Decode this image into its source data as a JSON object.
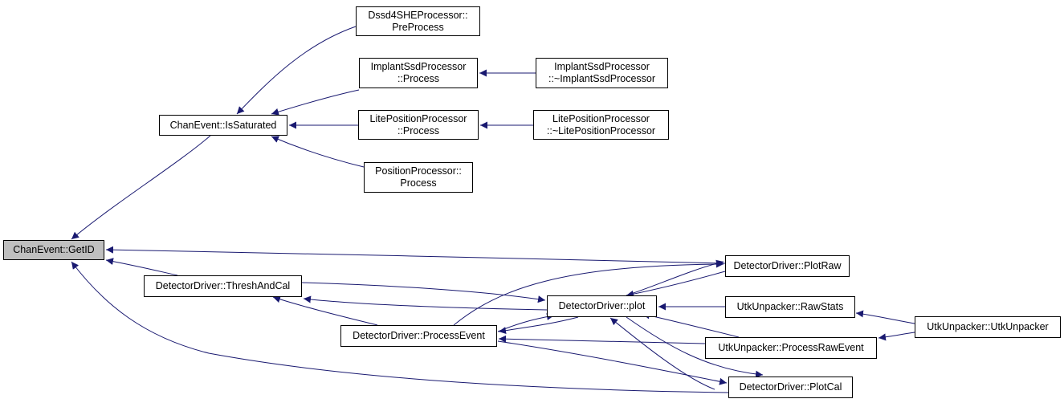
{
  "graph": {
    "nodes": {
      "getid": {
        "lines": [
          "ChanEvent::GetID"
        ],
        "root": true
      },
      "issat": {
        "lines": [
          "ChanEvent::IsSaturated"
        ]
      },
      "dssd": {
        "lines": [
          "Dssd4SHEProcessor::",
          "PreProcess"
        ]
      },
      "impl": {
        "lines": [
          "ImplantSsdProcessor",
          "::Process"
        ]
      },
      "impld": {
        "lines": [
          "ImplantSsdProcessor",
          "::~ImplantSsdProcessor"
        ]
      },
      "lite": {
        "lines": [
          "LitePositionProcessor",
          "::Process"
        ]
      },
      "lited": {
        "lines": [
          "LitePositionProcessor",
          "::~LitePositionProcessor"
        ]
      },
      "pos": {
        "lines": [
          "PositionProcessor::",
          "Process"
        ]
      },
      "thresh": {
        "lines": [
          "DetectorDriver::ThreshAndCal"
        ]
      },
      "procev": {
        "lines": [
          "DetectorDriver::ProcessEvent"
        ]
      },
      "plot": {
        "lines": [
          "DetectorDriver::plot"
        ]
      },
      "plotraw": {
        "lines": [
          "DetectorDriver::PlotRaw"
        ]
      },
      "plotcal": {
        "lines": [
          "DetectorDriver::PlotCal"
        ]
      },
      "rawstats": {
        "lines": [
          "UtkUnpacker::RawStats"
        ]
      },
      "procraw": {
        "lines": [
          "UtkUnpacker::ProcessRawEvent"
        ]
      },
      "utk": {
        "lines": [
          "UtkUnpacker::UtkUnpacker"
        ]
      }
    },
    "edges": [
      {
        "from": "issat",
        "to": "getid"
      },
      {
        "from": "thresh",
        "to": "getid"
      },
      {
        "from": "plotraw",
        "to": "getid"
      },
      {
        "from": "plotcal",
        "to": "getid"
      },
      {
        "from": "dssd",
        "to": "issat"
      },
      {
        "from": "impl",
        "to": "issat"
      },
      {
        "from": "lite",
        "to": "issat"
      },
      {
        "from": "pos",
        "to": "issat"
      },
      {
        "from": "impld",
        "to": "impl"
      },
      {
        "from": "lited",
        "to": "lite"
      },
      {
        "from": "plot",
        "to": "thresh"
      },
      {
        "from": "procev",
        "to": "thresh"
      },
      {
        "from": "thresh",
        "to": "plot"
      },
      {
        "from": "procev",
        "to": "plot"
      },
      {
        "from": "plot",
        "to": "procev"
      },
      {
        "from": "plotraw",
        "to": "plot"
      },
      {
        "from": "plot",
        "to": "plotraw"
      },
      {
        "from": "procev",
        "to": "plotraw"
      },
      {
        "from": "rawstats",
        "to": "plot"
      },
      {
        "from": "procraw",
        "to": "plot"
      },
      {
        "from": "plotcal",
        "to": "plot"
      },
      {
        "from": "plot",
        "to": "plotcal"
      },
      {
        "from": "procev",
        "to": "plotcal"
      },
      {
        "from": "procraw",
        "to": "procev"
      },
      {
        "from": "utk",
        "to": "rawstats"
      },
      {
        "from": "utk",
        "to": "procraw"
      }
    ]
  }
}
